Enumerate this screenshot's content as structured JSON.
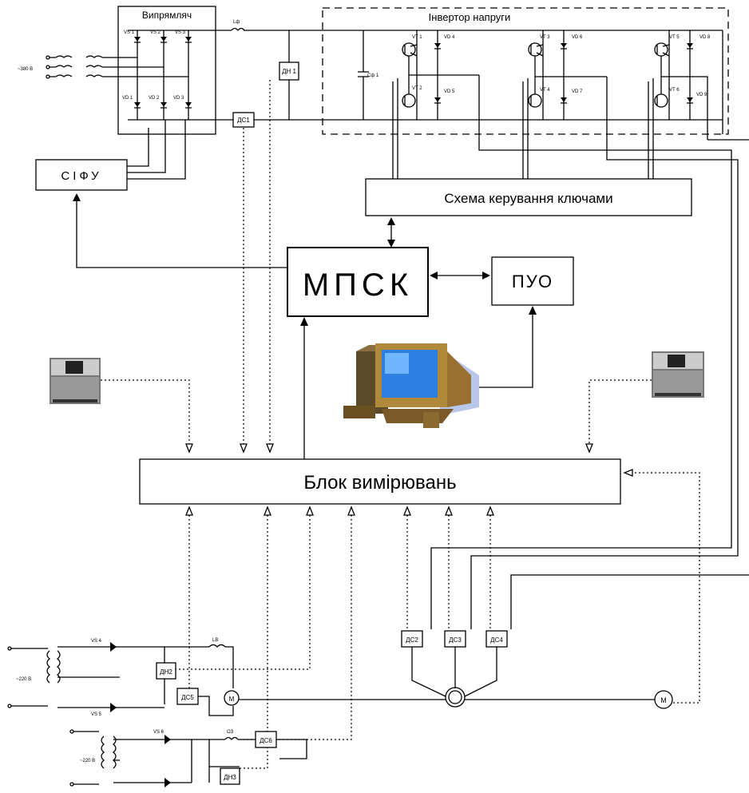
{
  "blocks": {
    "rectifier": "Випрямляч",
    "inverter": "Інвертор напруги",
    "sifu": "СІФУ",
    "key_control": "Схема керування ключами",
    "mpsk": "МПСК",
    "puo": "ПУО",
    "measure": "Блок вимірювань"
  },
  "sensors": {
    "dn1": "ДН 1",
    "ds1": "ДС1",
    "ds2": "ДС2",
    "ds3": "ДС3",
    "ds4": "ДС4",
    "ds5": "ДС5",
    "ds6": "ДС6",
    "dn2": "ДН2",
    "dn3": "ДН3"
  },
  "supply": {
    "main": "~380 В",
    "aux1": "~220 В",
    "aux2": "~220 В"
  },
  "small_labels": {
    "lf": "Lф",
    "cf": "Сф 1",
    "vs1": "VS 1",
    "vs2": "VS 2",
    "vs3": "VS 3",
    "vd1": "VD 1",
    "vd2": "VD 2",
    "vd3": "VD 3",
    "vt1": "VT 1",
    "vt2": "VT 2",
    "vt3": "VT 3",
    "vt4": "VT 4",
    "vt5": "VT 5",
    "vt6": "VT 6",
    "vd4": "VD 4",
    "vd5": "VD 5",
    "vd6": "VD 6",
    "vd7": "VD 7",
    "vd8": "VD 8",
    "vd9": "VD 9",
    "vs4": "VS 4",
    "vs5": "VS 5",
    "vs6": "VS 6",
    "lb": "LВ",
    "ob": "ОЗ",
    "m": "М"
  }
}
